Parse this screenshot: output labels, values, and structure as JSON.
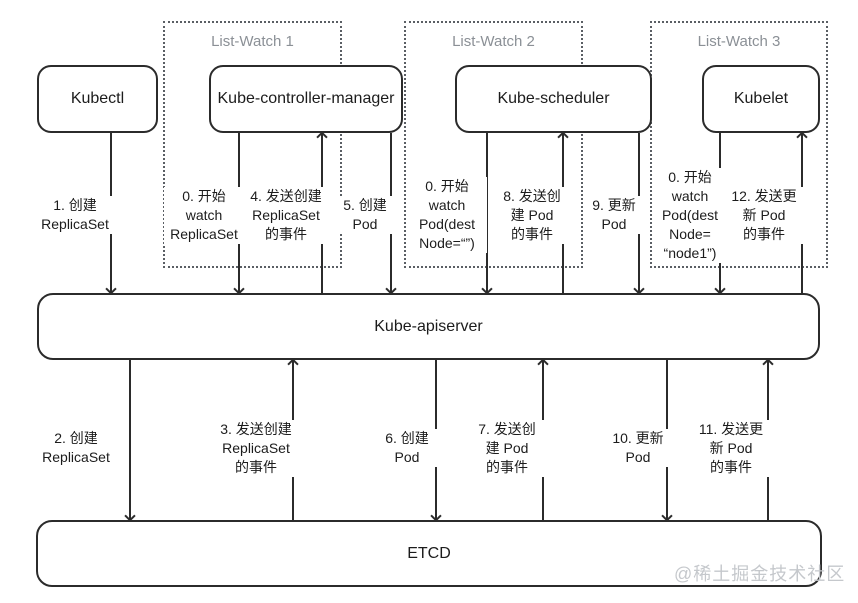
{
  "diagram": {
    "groups": [
      {
        "title": "List-Watch 1"
      },
      {
        "title": "List-Watch 2"
      },
      {
        "title": "List-Watch 3"
      }
    ],
    "nodes": {
      "kubectl": "Kubectl",
      "controller_manager": "Kube-controller-manager",
      "scheduler": "Kube-scheduler",
      "kubelet": "Kubelet",
      "apiserver": "Kube-apiserver",
      "etcd": "ETCD"
    },
    "edge_labels": {
      "e1": "1. 创建\nReplicaSet",
      "e0_watch_rs": "0. 开始\nwatch\nReplicaSet",
      "e4": "4. 发送创建\nReplicaSet\n的事件",
      "e5": "5. 创建\nPod",
      "e0_watch_pod": "0. 开始\nwatch\nPod(dest\nNode=“”)",
      "e8": "8. 发送创\n建 Pod\n的事件",
      "e9": "9. 更新\nPod",
      "e0_watch_pod_node1": "0. 开始\nwatch\nPod(dest\nNode=\n“node1”)",
      "e12": "12. 发送更\n新 Pod\n的事件",
      "e2": "2. 创建\nReplicaSet",
      "e3": "3. 发送创建\nReplicaSet\n的事件",
      "e6": "6. 创建\nPod",
      "e7": "7. 发送创\n建 Pod\n的事件",
      "e10": "10. 更新\nPod",
      "e11": "11. 发送更\n新 Pod\n的事件"
    },
    "colors": {
      "line": "#2b2b2b",
      "group_title": "#8b9096",
      "watermark": "#c5c8cc",
      "background": "#ffffff"
    },
    "watermark": "@稀土掘金技术社区"
  }
}
